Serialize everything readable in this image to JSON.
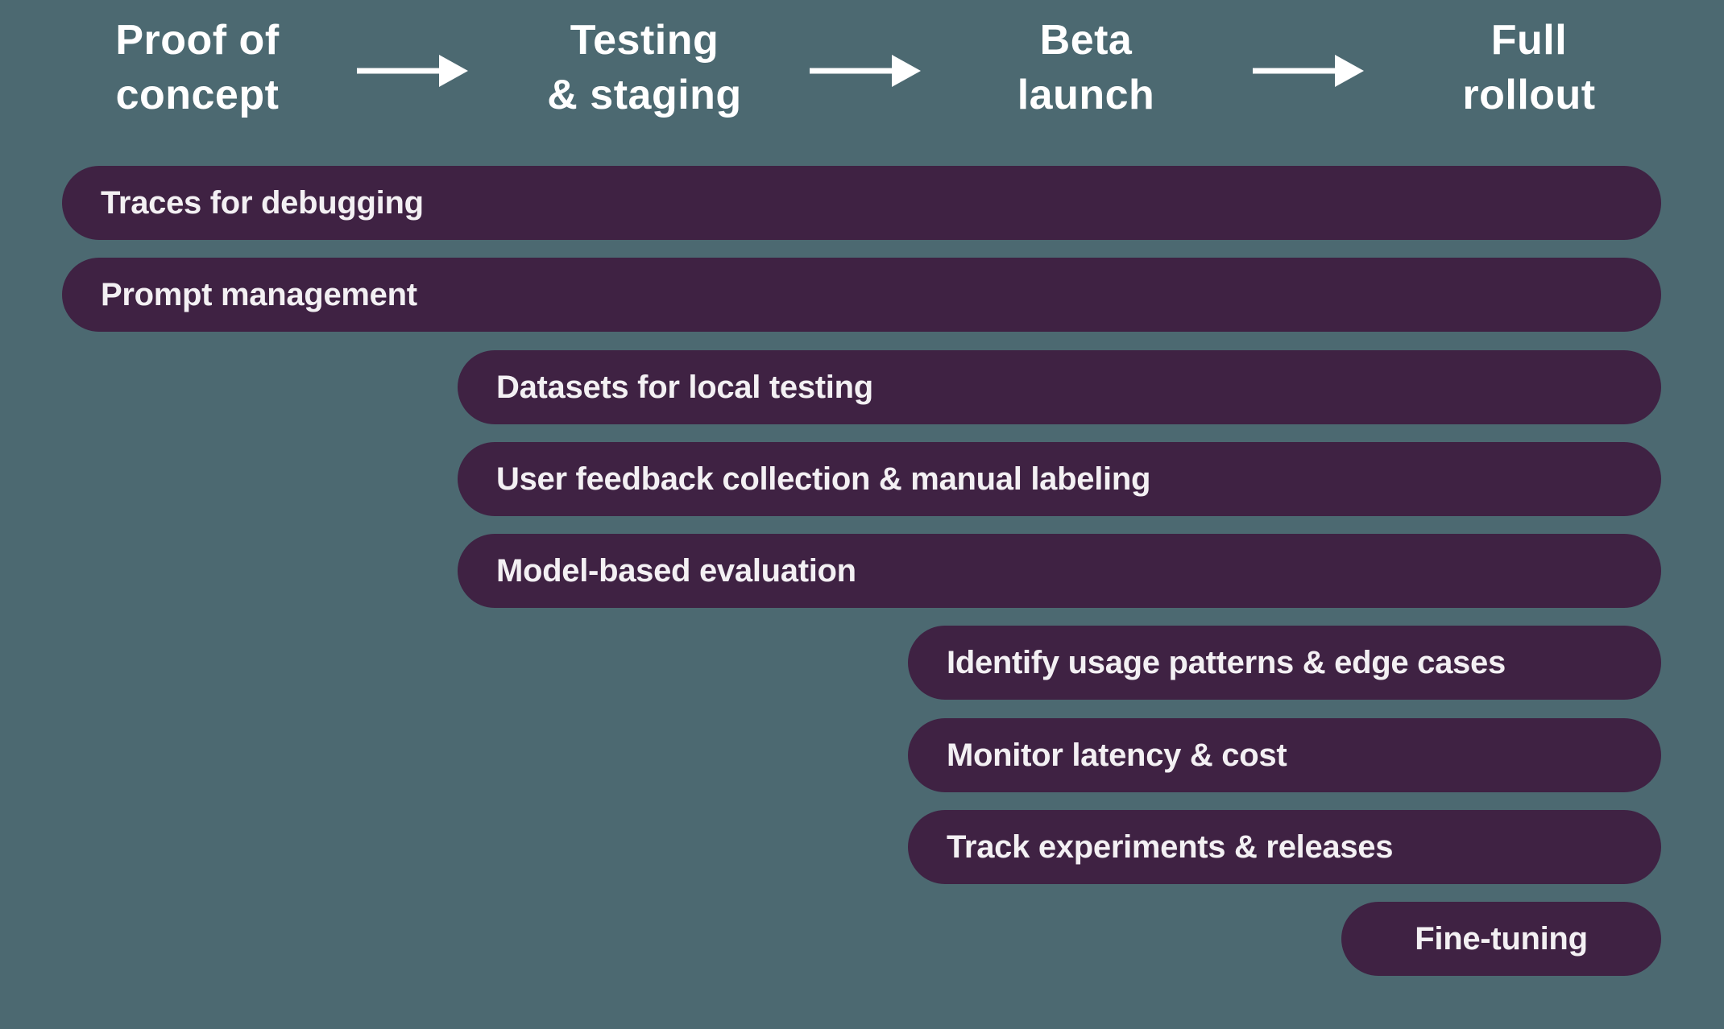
{
  "colors": {
    "background": "#4C6971",
    "bar": "#3F2243",
    "bar_text": "#F3F0F3",
    "header_text": "#FFFFFF"
  },
  "stages": [
    {
      "line1": "Proof of",
      "line2": "concept"
    },
    {
      "line1": "Testing",
      "line2": "& staging"
    },
    {
      "line1": "Beta",
      "line2": "launch"
    },
    {
      "line1": "Full",
      "line2": "rollout"
    }
  ],
  "icons": {
    "stage_connector": "right-arrow"
  },
  "bars": [
    {
      "label": "Traces for debugging",
      "starts_at_stage": "Proof of concept"
    },
    {
      "label": "Prompt management",
      "starts_at_stage": "Proof of concept"
    },
    {
      "label": "Datasets for local testing",
      "starts_at_stage": "Testing & staging"
    },
    {
      "label": "User feedback collection & manual labeling",
      "starts_at_stage": "Testing & staging"
    },
    {
      "label": "Model-based evaluation",
      "starts_at_stage": "Testing & staging"
    },
    {
      "label": "Identify usage patterns & edge cases",
      "starts_at_stage": "Beta launch"
    },
    {
      "label": "Monitor latency & cost",
      "starts_at_stage": "Beta launch"
    },
    {
      "label": "Track experiments & releases",
      "starts_at_stage": "Beta launch"
    },
    {
      "label": "Fine-tuning",
      "starts_at_stage": "Full rollout"
    }
  ]
}
